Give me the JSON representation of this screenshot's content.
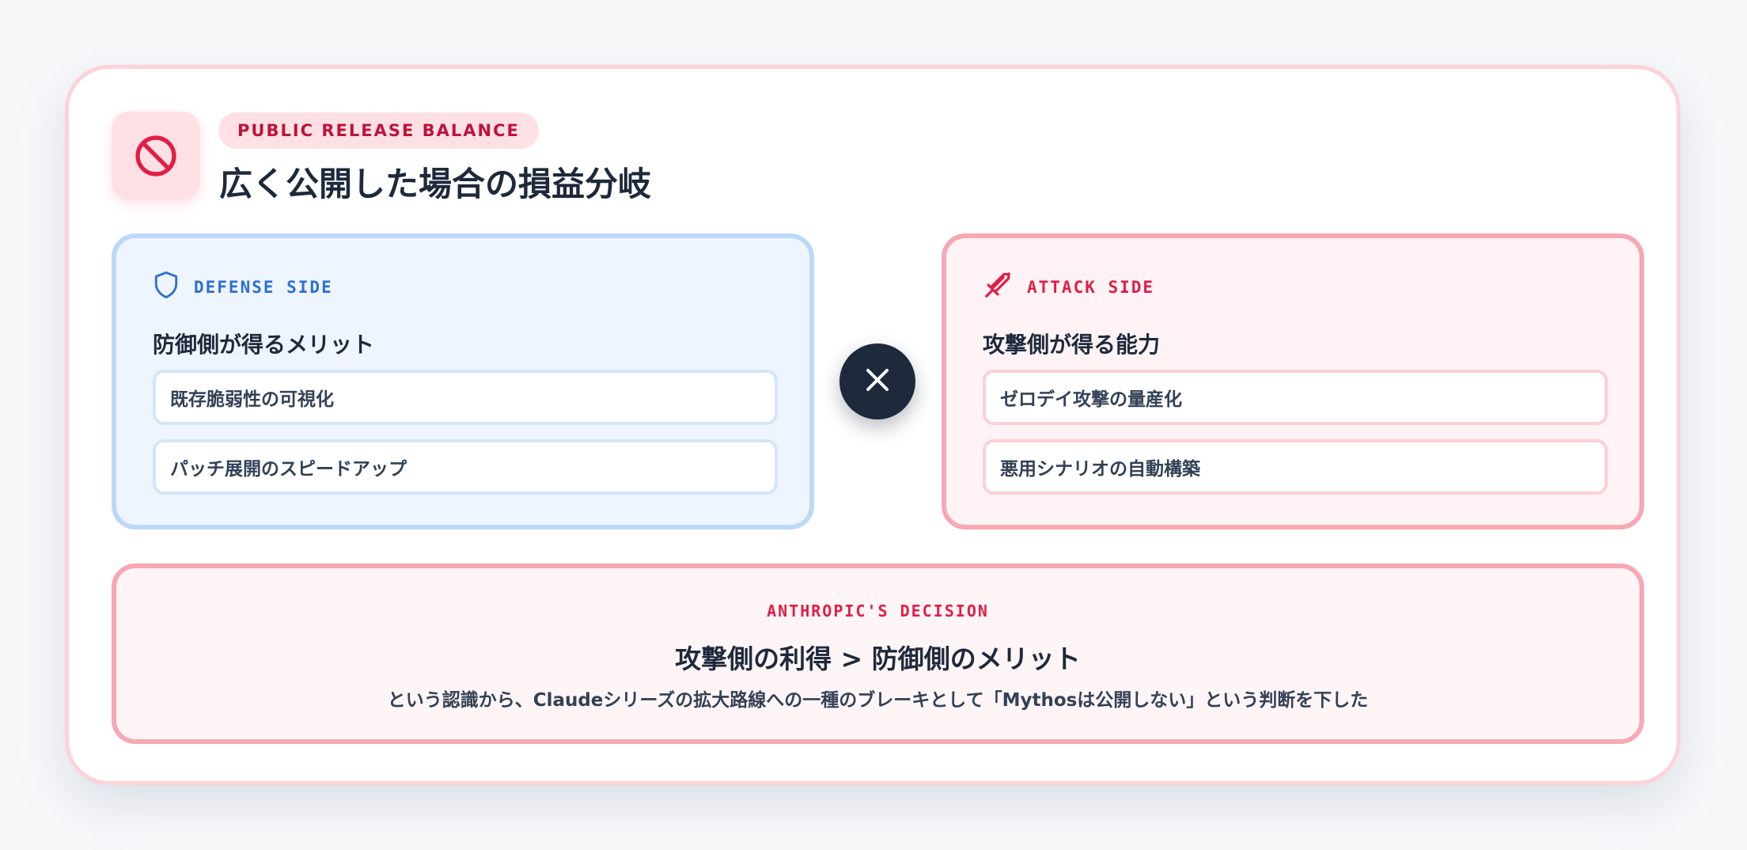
{
  "header": {
    "icon": "prohibited-icon",
    "badge": "PUBLIC RELEASE BALANCE",
    "title": "広く公開した場合の損益分岐"
  },
  "defense": {
    "icon": "shield-icon",
    "tag": "DEFENSE SIDE",
    "heading": "防御側が得るメリット",
    "items": [
      "既存脆弱性の可視化",
      "パッチ展開のスピードアップ"
    ],
    "accent": "#2d6fd1"
  },
  "attack": {
    "icon": "sword-icon",
    "tag": "ATTACK SIDE",
    "heading": "攻撃側が得る能力",
    "items": [
      "ゼロデイ攻撃の量産化",
      "悪用シナリオの自動構築"
    ],
    "accent": "#e11d48"
  },
  "versus": {
    "icon": "close-x-icon"
  },
  "decision": {
    "tag": "ANTHROPIC'S DECISION",
    "main": "攻撃側の利得 > 防御側のメリット",
    "sub": "という認識から、Claudeシリーズの拡大路線への一種のブレーキとして「Mythosは公開しない」という判断を下した"
  }
}
